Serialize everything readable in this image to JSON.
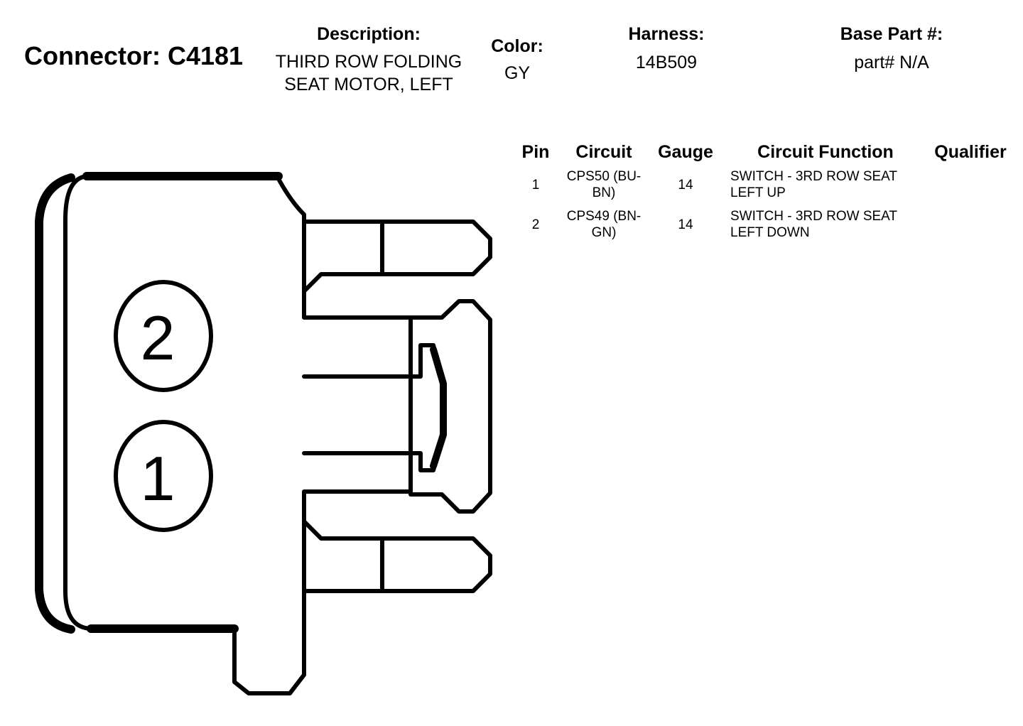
{
  "header": {
    "connector": "Connector: C4181",
    "description_label": "Description:",
    "description_line1": "THIRD ROW FOLDING",
    "description_line2": "SEAT MOTOR, LEFT",
    "color_label": "Color:",
    "color_value": "GY",
    "harness_label": "Harness:",
    "harness_value": "14B509",
    "base_part_label": "Base Part #:",
    "base_part_value": "part# N/A"
  },
  "pin_table": {
    "columns": [
      "Pin",
      "Circuit",
      "Gauge",
      "Circuit Function",
      "Qualifier"
    ],
    "rows": [
      {
        "pin": "1",
        "circuit_line1": "CPS50 (BU-",
        "circuit_line2": "BN)",
        "gauge": "14",
        "function_line1": "SWITCH - 3RD ROW SEAT",
        "function_line2": "LEFT UP",
        "qualifier": ""
      },
      {
        "pin": "2",
        "circuit_line1": "CPS49 (BN-",
        "circuit_line2": "GN)",
        "gauge": "14",
        "function_line1": "SWITCH - 3RD ROW SEAT",
        "function_line2": "LEFT DOWN",
        "qualifier": ""
      }
    ]
  },
  "diagram": {
    "pin_labels": [
      "2",
      "1"
    ],
    "stroke_color": "#000000",
    "fill_color": "#ffffff"
  }
}
